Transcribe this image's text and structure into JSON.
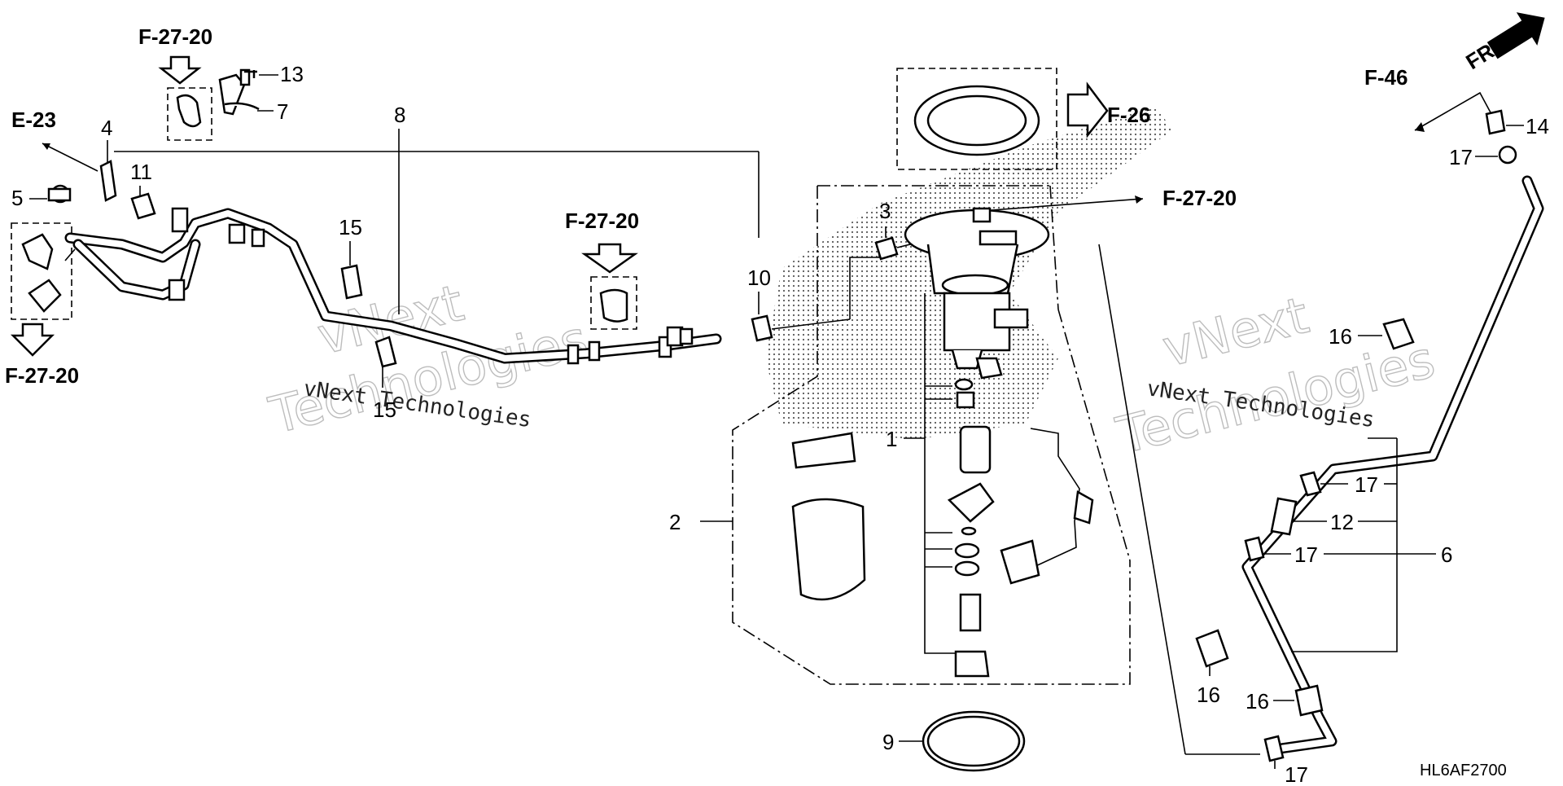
{
  "diagram": {
    "code": "HL6AF2700",
    "direction_label": "FR.",
    "refs": {
      "f27_top": "F-27-20",
      "e23": "E-23",
      "f27_left": "F-27-20",
      "f27_mid": "F-27-20",
      "f26": "F-26",
      "f27_right": "F-27-20",
      "f46": "F-46"
    },
    "callouts": {
      "p1": "1",
      "p2": "2",
      "p3": "3",
      "p4": "4",
      "p5": "5",
      "p6": "6",
      "p7": "7",
      "p8": "8",
      "p9": "9",
      "p10": "10",
      "p11": "11",
      "p12": "12",
      "p13": "13",
      "p14": "14",
      "p15a": "15",
      "p15b": "15",
      "p16a": "16",
      "p16b": "16",
      "p16c": "16",
      "p17a": "17",
      "p17b": "17",
      "p17c": "17",
      "p17d": "17"
    },
    "watermark": {
      "big": "vNext",
      "big2": "Technologies",
      "small": "vNext Technologies"
    }
  }
}
